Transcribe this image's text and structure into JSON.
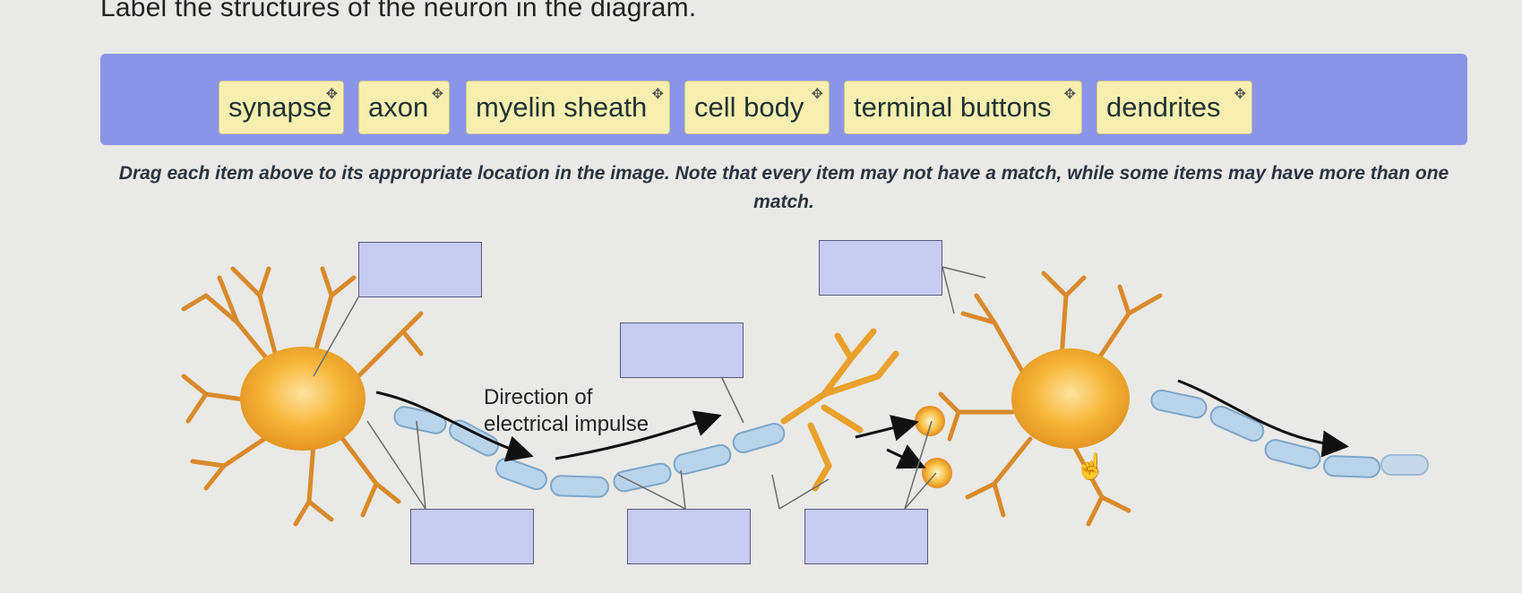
{
  "question": {
    "title": "Label the structures of the neuron in the diagram."
  },
  "word_bank": [
    {
      "label": "synapse"
    },
    {
      "label": "axon"
    },
    {
      "label": "myelin sheath"
    },
    {
      "label": "cell body"
    },
    {
      "label": "terminal buttons"
    },
    {
      "label": "dendrites"
    }
  ],
  "instructions": "Drag each item above to its appropriate location in the image. Note that every item may not have a match, while some items may have more than one match.",
  "diagram": {
    "direction_label_line1": "Direction of",
    "direction_label_line2": "electrical impulse"
  },
  "colors": {
    "bank_background": "#8a95ea",
    "chip_background": "#f6efb0",
    "drop_zone": "#c7cbf2",
    "neuron_body": "#f3b33a",
    "dendrite": "#d98a2a",
    "myelin": "#b9d3ea"
  }
}
